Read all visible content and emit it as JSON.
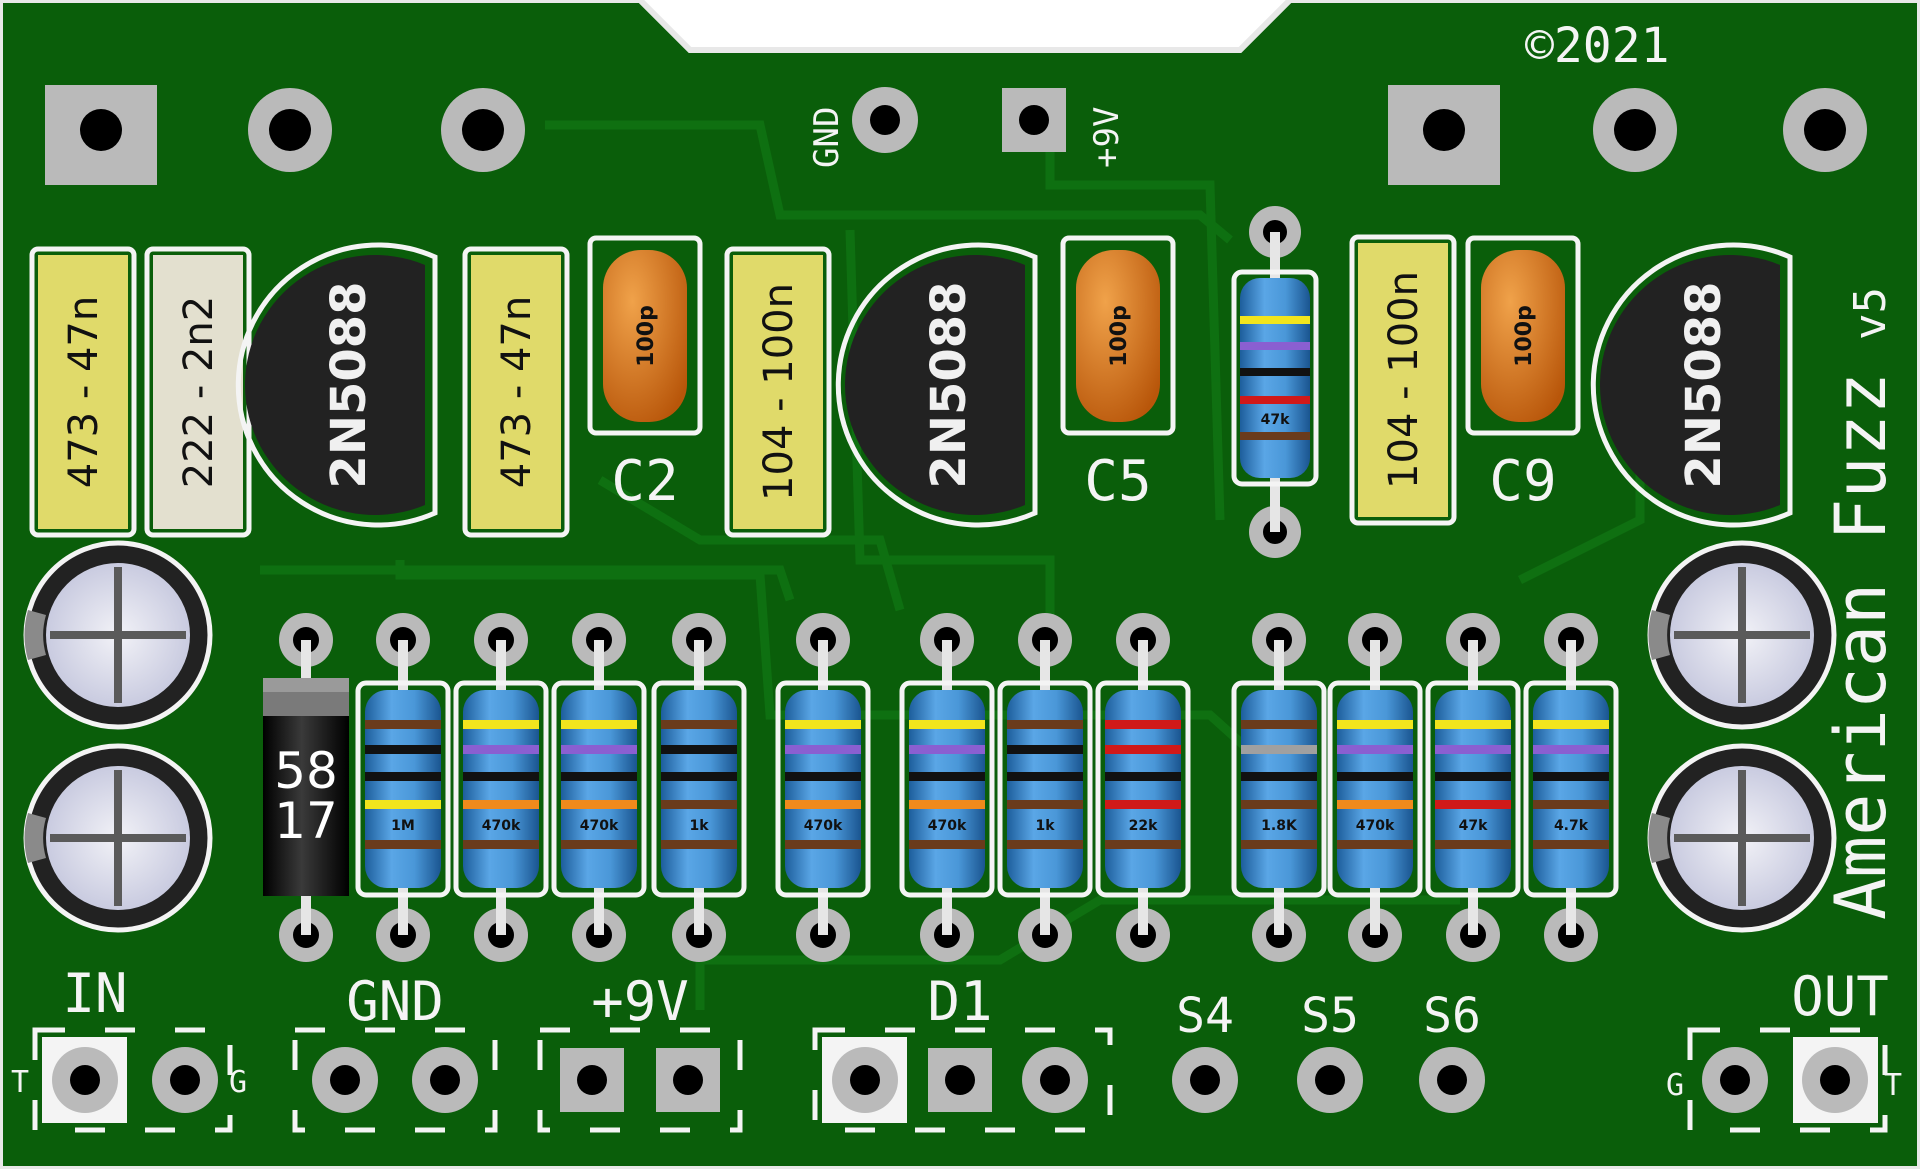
{
  "board": {
    "copyright": "©2021",
    "title": "American Fuzz",
    "version": "v5",
    "colors": {
      "pcb": "#0a5e0a",
      "silkscreen": "#f4f4f4",
      "pad": "#b8b8b8",
      "resistor_body": "#3f8fd1"
    }
  },
  "pot_labels": {
    "gnd": "GND",
    "v9": "+9V"
  },
  "film_caps": [
    {
      "label": "473 - 47n",
      "color": "#e0da6a"
    },
    {
      "label": "222 - 2n2",
      "color": "#e3e0cf"
    },
    {
      "label": "473 - 47n",
      "color": "#e0da6a"
    },
    {
      "label": "104 - 100n",
      "color": "#e0da6a"
    },
    {
      "label": "104 - 100n",
      "color": "#e0da6a"
    }
  ],
  "ceramic_caps": [
    {
      "value": "100p",
      "ref": "C2"
    },
    {
      "value": "100p",
      "ref": "C5"
    },
    {
      "value": "100p",
      "ref": "C9"
    }
  ],
  "transistors": [
    "2N5088",
    "2N5088",
    "2N5088"
  ],
  "upper_resistor": {
    "value": "47k"
  },
  "diode": {
    "line1": "58",
    "line2": "17"
  },
  "resistors": [
    {
      "value": "1M"
    },
    {
      "value": "470k"
    },
    {
      "value": "470k"
    },
    {
      "value": "1k"
    },
    {
      "value": "470k"
    },
    {
      "value": "470k"
    },
    {
      "value": "1k"
    },
    {
      "value": "22k"
    },
    {
      "value": "1.8K"
    },
    {
      "value": "470k"
    },
    {
      "value": "47k"
    },
    {
      "value": "4.7k"
    }
  ],
  "headers": {
    "in": "IN",
    "gnd": "GND",
    "v9": "+9V",
    "d1": "D1",
    "s4": "S4",
    "s5": "S5",
    "s6": "S6",
    "out": "OUT",
    "tip": "T",
    "ground": "G"
  }
}
